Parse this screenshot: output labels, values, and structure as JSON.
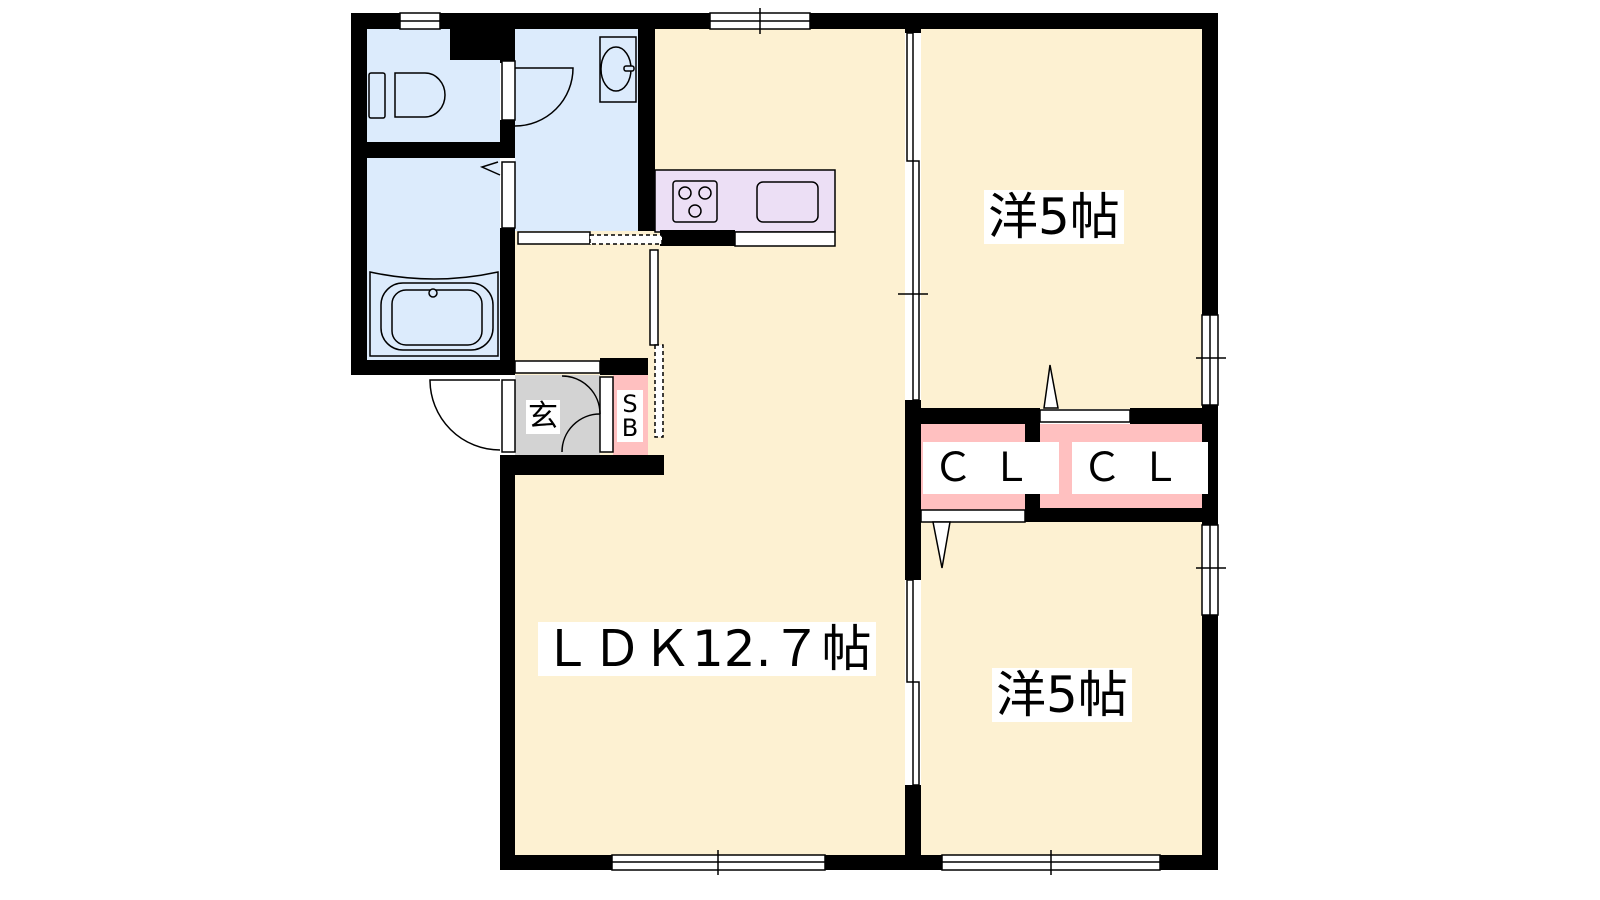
{
  "floor_plan": {
    "rooms": [
      {
        "id": "ldk",
        "label": "ＬＤＫ12.７帖"
      },
      {
        "id": "western_room_1",
        "label": "洋5帖"
      },
      {
        "id": "western_room_2",
        "label": "洋5帖"
      },
      {
        "id": "closet_1",
        "label": "ＣＬ"
      },
      {
        "id": "closet_2",
        "label": "ＣＬ"
      },
      {
        "id": "entrance",
        "label": "玄"
      },
      {
        "id": "shoe_box",
        "label": "SB"
      }
    ],
    "colors": {
      "living": "#fdf1d2",
      "wet_area": "#dcebfc",
      "kitchen": "#ecdff5",
      "closet": "#ffc0c0",
      "entrance": "#d3d3d3",
      "wall": "#000000"
    }
  }
}
